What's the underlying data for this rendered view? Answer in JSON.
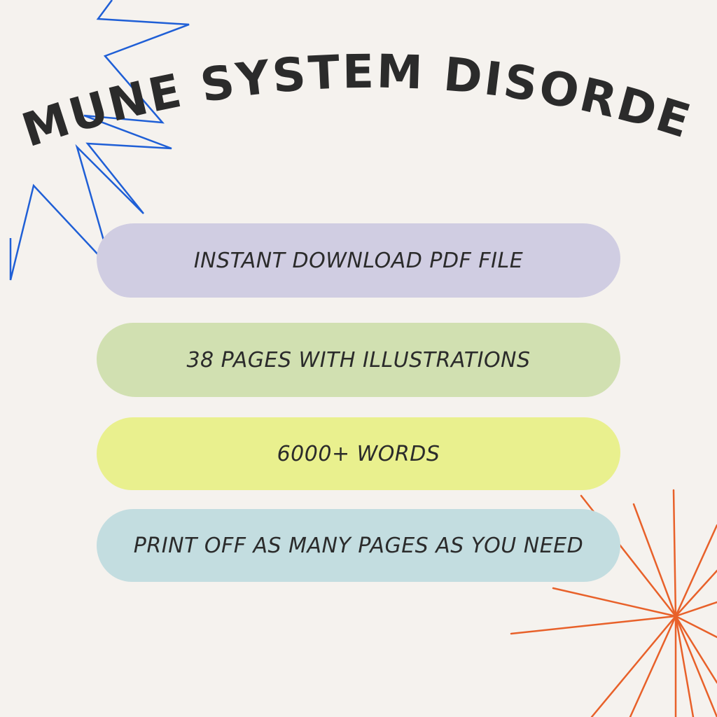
{
  "page": {
    "background": "#f5f2ee",
    "title": "IMMUNE SYSTEM DISORDERS",
    "title_color": "#2b2b2b"
  },
  "features": [
    {
      "label": "INSTANT DOWNLOAD PDF FILE",
      "bg": "#d0cde2"
    },
    {
      "label": "38 PAGES WITH ILLUSTRATIONS",
      "bg": "#d1e0b1"
    },
    {
      "label": "6000+ WORDS",
      "bg": "#e9f08e"
    },
    {
      "label": "PRINT OFF AS MANY PAGES AS YOU NEED",
      "bg": "#c3dde0"
    }
  ],
  "text_color": "#2b2b2b",
  "decorations": {
    "blue_burst": {
      "icon": "zigzag-starburst-icon",
      "color": "#1f5fd6"
    },
    "orange_burst": {
      "icon": "radiating-lines-burst-icon",
      "color": "#e8612a"
    }
  }
}
